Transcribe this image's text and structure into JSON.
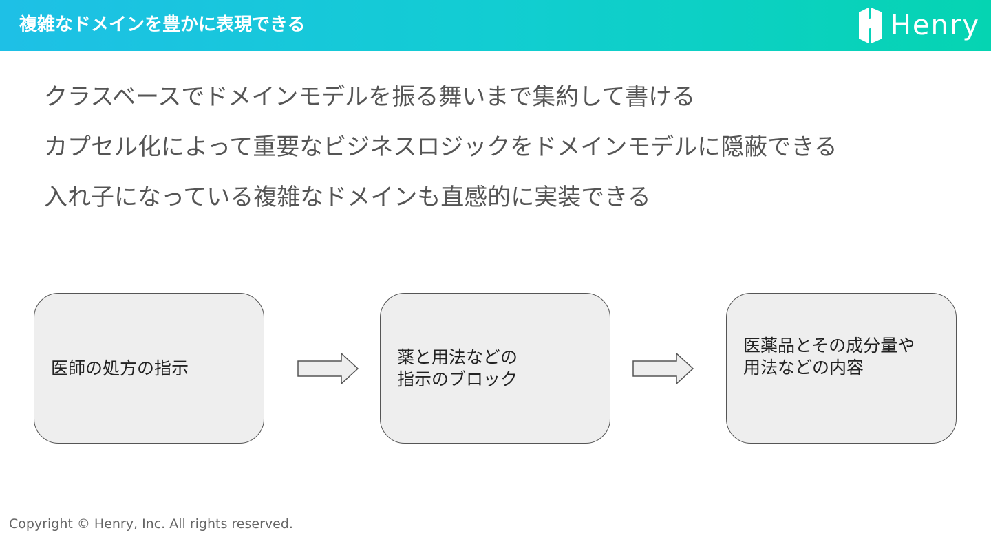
{
  "header": {
    "title": "複雑なドメインを豊かに表現できる",
    "logo_text": "Henry",
    "accent_start": "#1ec0e6",
    "accent_end": "#05d4b2"
  },
  "bullets": [
    "クラスベースでドメインモデルを振る舞いまで集約して書ける",
    "カプセル化によって重要なビジネスロジックをドメインモデルに隠蔽できる",
    "入れ子になっている複雑なドメインも直感的に実装できる"
  ],
  "flow": {
    "boxes": [
      {
        "text": "医師の処方の指示"
      },
      {
        "text": "薬と用法などの\n指示のブロック"
      },
      {
        "text": "医薬品とその成分量や\n用法などの内容"
      }
    ]
  },
  "footer": {
    "copyright": "Copyright © Henry, Inc. All rights reserved."
  }
}
